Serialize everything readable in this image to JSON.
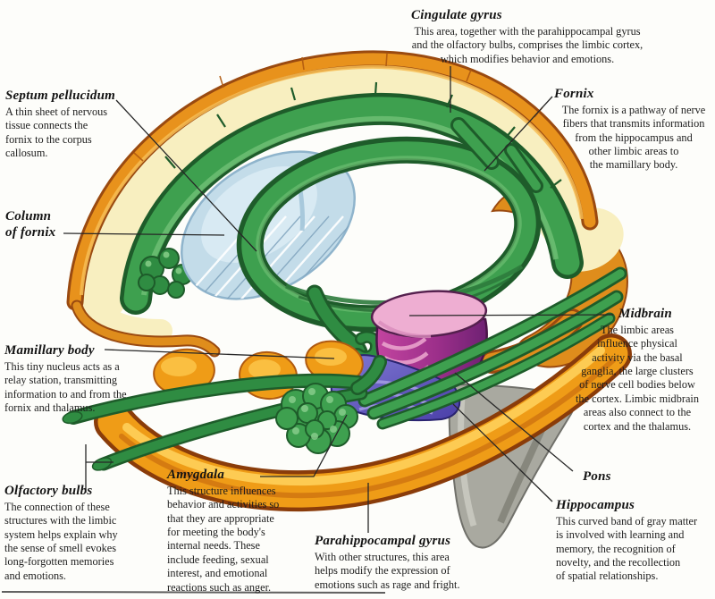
{
  "palette": {
    "cortex_cream": "#f8efc0",
    "cortex_orange": "#e8921c",
    "limbic_green": "#3ea04f",
    "limbic_green_dark": "#1e5c2a",
    "septum_blue": "#c3dce9",
    "midbrain_pink": "#eeaed2",
    "midbrain_magenta": "#9c2f8a",
    "pons_purple": "#5a4fb5",
    "brainstem_gray": "#a9a9a0",
    "band_orange": "#ef9c17",
    "leader_line": "#272727",
    "text": "#1b1b1b"
  },
  "labels": {
    "cingulate": {
      "term": "Cingulate gyrus",
      "desc": "This area, together with the parahippocampal gyrus\nand the olfactory bulbs, comprises the limbic cortex,\nwhich modifies behavior and emotions."
    },
    "fornix": {
      "term": "Fornix",
      "desc": "The fornix is a pathway of nerve\nfibers that transmits information\nfrom the hippocampus and\nother limbic areas to\nthe mamillary body."
    },
    "septum": {
      "term": "Septum pellucidum",
      "desc": "A thin sheet of nervous\ntissue connects the\nfornix to the corpus\ncallosum."
    },
    "column_of_fornix": {
      "term": "Column\nof fornix",
      "desc": ""
    },
    "mamillary": {
      "term": "Mamillary body",
      "desc": "This tiny nucleus acts as a\nrelay station, transmitting\ninformation to and from the\nfornix and thalamus."
    },
    "midbrain": {
      "term": "Midbrain",
      "desc": "The limbic areas\ninfluence physical\nactivity via the basal\nganglia, the large clusters\nof nerve cell bodies below\nthe cortex. Limbic midbrain\nareas also connect to the\ncortex and the thalamus."
    },
    "olfactory": {
      "term": "Olfactory bulbs",
      "desc": "The connection of these\nstructures with the limbic\nsystem helps explain why\nthe sense of smell evokes\nlong-forgotten memories\nand emotions."
    },
    "amygdala": {
      "term": "Amygdala",
      "desc": "This structure influences\nbehavior and activities so\nthat they are appropriate\nfor meeting the body's\ninternal needs. These\ninclude feeding, sexual\ninterest, and emotional\nreactions such as anger."
    },
    "parahippocampal": {
      "term": "Parahippocampal gyrus",
      "desc": "With other structures, this area\nhelps modify the expression of\nemotions such as rage and fright."
    },
    "pons": {
      "term": "Pons",
      "desc": ""
    },
    "hippocampus": {
      "term": "Hippocampus",
      "desc": "This curved band of gray matter\nis involved with learning and\nmemory, the recognition of\nnovelty, and the recollection\nof spatial relationships."
    }
  }
}
